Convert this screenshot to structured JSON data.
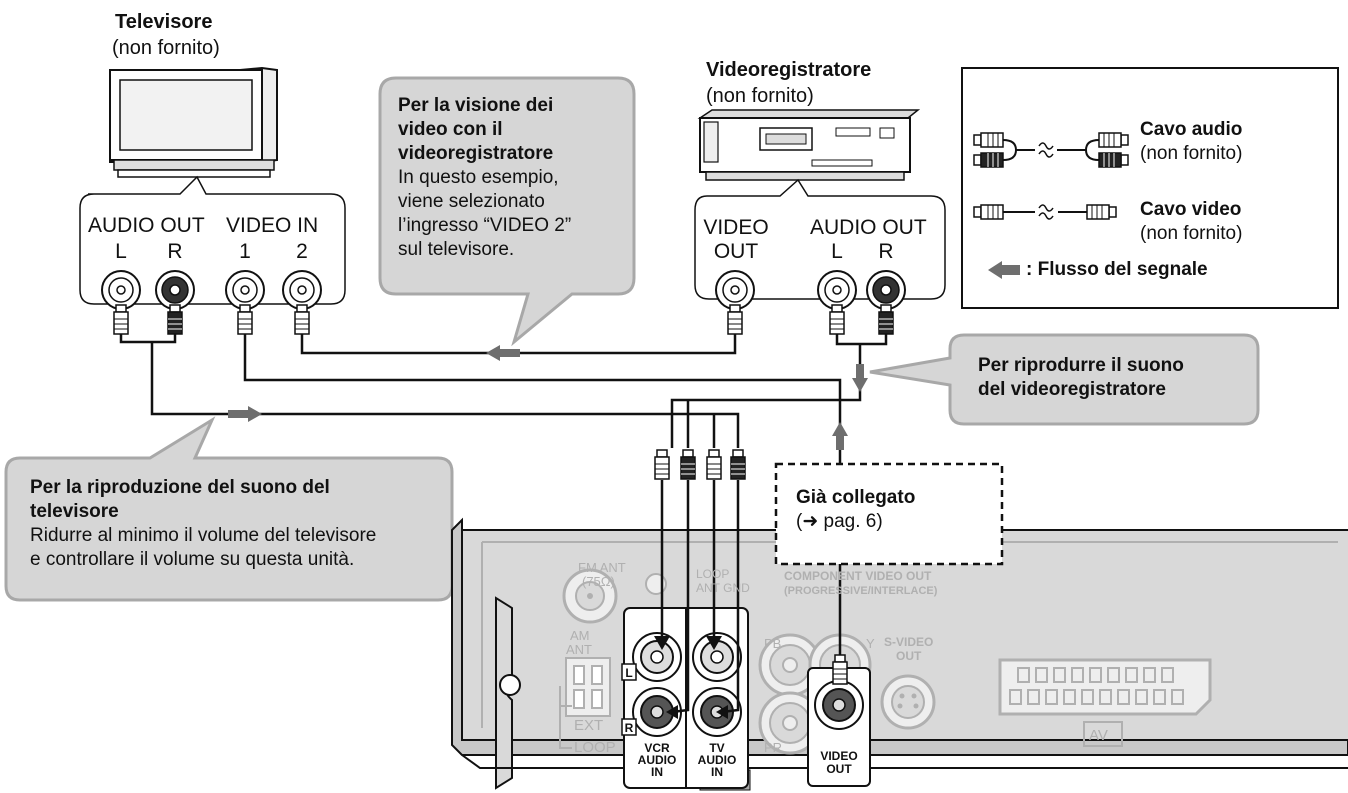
{
  "tv": {
    "title": "Televisore",
    "note": "(non fornito)",
    "audio_out": "AUDIO OUT",
    "video_in": "VIDEO IN",
    "l": "L",
    "r": "R",
    "in1": "1",
    "in2": "2"
  },
  "vcr": {
    "title": "Videoregistratore",
    "note": "(non fornito)",
    "video_out_1": "VIDEO",
    "video_out_2": "OUT",
    "audio_out": "AUDIO OUT",
    "l": "L",
    "r": "R"
  },
  "callouts": {
    "vcr_view": {
      "title_1": "Per la visione dei",
      "title_2": "video con il",
      "title_3": "videoregistratore",
      "body_1": "In questo esempio,",
      "body_2": "viene selezionato",
      "body_3": "l’ingresso “VIDEO 2”",
      "body_4": "sul televisore."
    },
    "vcr_sound": {
      "line_1": "Per riprodurre il suono",
      "line_2": "del videoregistratore"
    },
    "tv_sound": {
      "title_1": "Per la riproduzione del suono del",
      "title_2": "televisore",
      "body_1": "Ridurre al minimo il volume del televisore",
      "body_2": "e controllare il volume su questa unità."
    },
    "connected": {
      "title": "Già collegato",
      "ref": "(➜ pag. 6)"
    }
  },
  "legend": {
    "audio_cable": "Cavo audio",
    "audio_note": "(non fornito)",
    "video_cable": "Cavo video",
    "video_note": "(non fornito)",
    "signal_flow": ": Flusso del segnale"
  },
  "unit_panel": {
    "fm_ant_1": "FM ANT",
    "fm_ant_2": "(75Ω)",
    "am_ant_1": "AM",
    "am_ant_2": "ANT",
    "ext": "EXT",
    "loop": "LOOP",
    "loop_top_1": "LOOP",
    "loop_top_2": "ANT GND",
    "component_1": "COMPONENT VIDEO OUT",
    "component_2": "(PROGRESSIVE/INTERLACE)",
    "pb": "PB",
    "pr": "PR",
    "y": "Y",
    "svideo_1": "S-VIDEO",
    "svideo_2": "OUT",
    "jack_l": "L",
    "jack_r": "R",
    "vcr_in_1": "VCR",
    "vcr_in_2": "AUDIO",
    "vcr_in_3": "IN",
    "tv_in_1": "TV",
    "tv_in_2": "AUDIO",
    "tv_in_3": "IN",
    "video_out_1": "VIDEO",
    "video_out_2": "OUT",
    "av": "AV"
  },
  "colors": {
    "callout_fill": "#d6d6d6",
    "callout_stroke": "#a8a8a8",
    "panel_fill": "#d9d9d9",
    "panel_line": "#b0b0b0",
    "arrow": "#6e6e6e",
    "line": "#111111"
  }
}
